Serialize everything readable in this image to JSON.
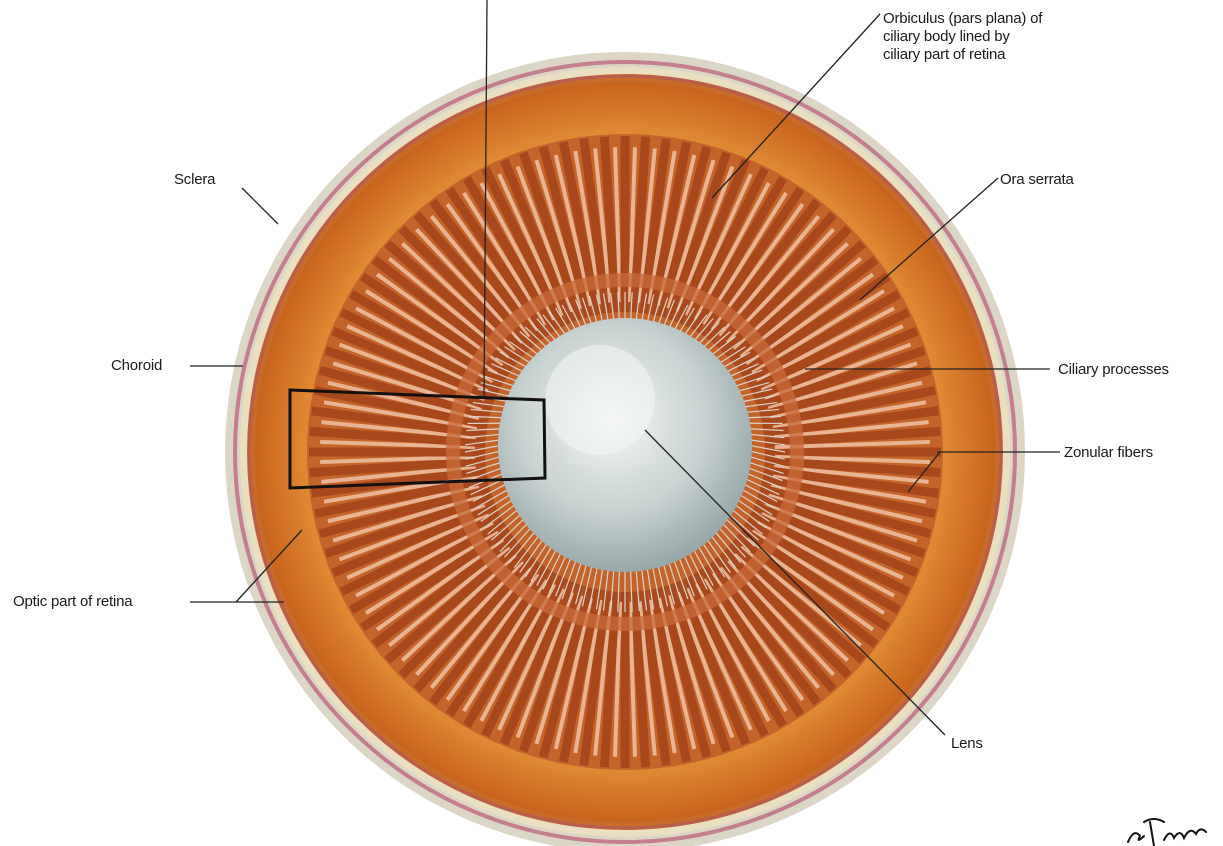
{
  "labels": {
    "orbiculus": "Orbiculus (pars plana) of\nciliary body lined by\nciliary part of retina",
    "sclera": "Sclera",
    "ora_serrata": "Ora serrata",
    "choroid": "Choroid",
    "ciliary_processes": "Ciliary processes",
    "zonular_fibers": "Zonular fibers",
    "optic_part": "Optic part of retina",
    "lens": "Lens"
  },
  "colors": {
    "sclera_rim": "#d9d3c2",
    "sclera_line": "#c27a88",
    "choroid_orange": "#d8731f",
    "retina_band": "#e48a2c",
    "ciliary_dark": "#b4531f",
    "ciliary_light": "#f1c9b2",
    "lens_center": "#f0f4f4",
    "lens_edge": "#8ea0a2",
    "leader": "#222222"
  }
}
